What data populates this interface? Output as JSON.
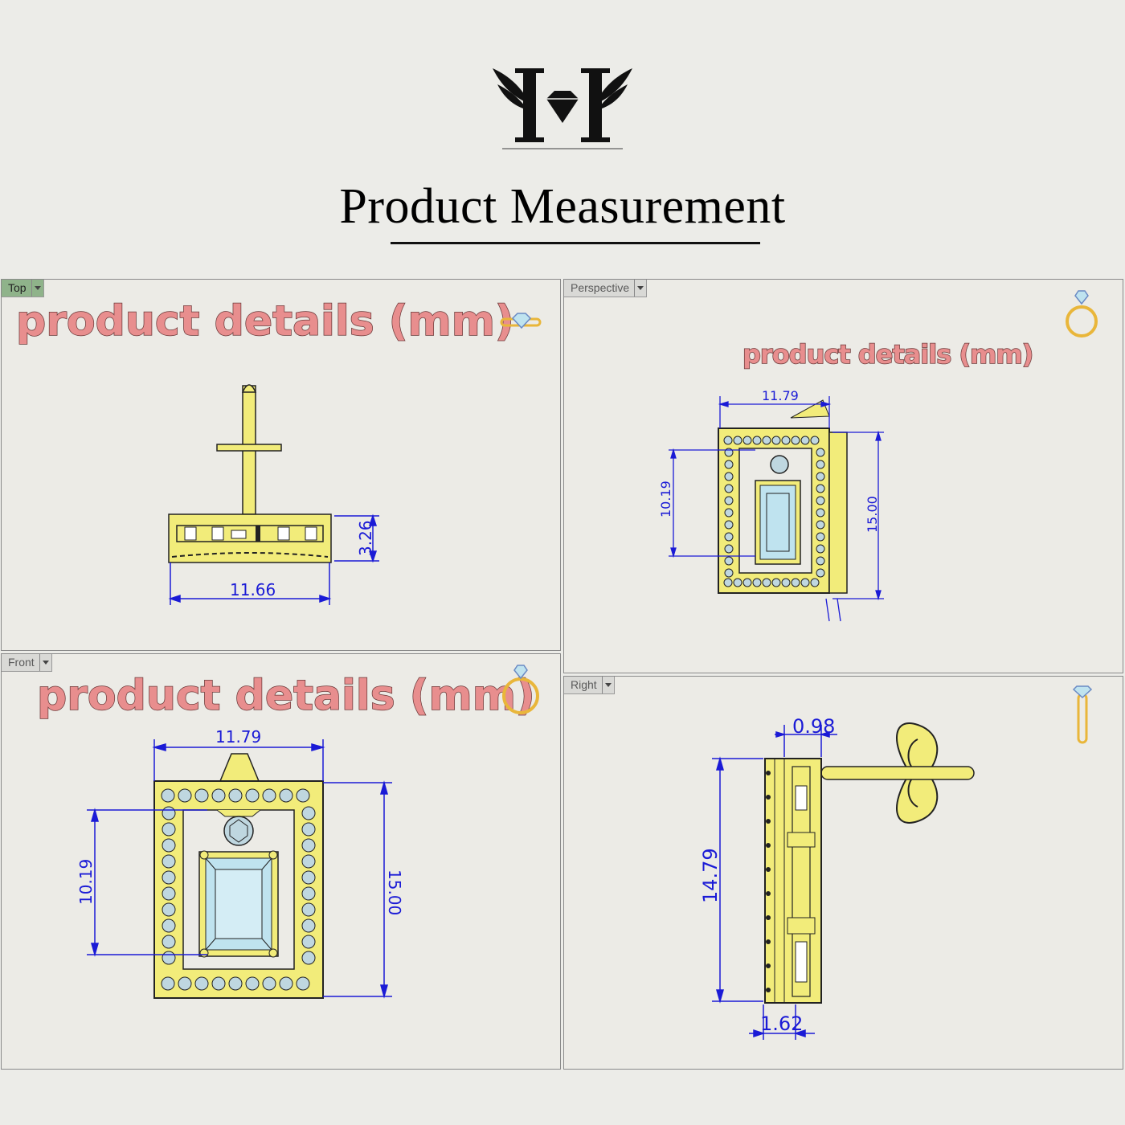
{
  "header": {
    "title": "Product Measurement"
  },
  "viewports": {
    "top": {
      "tab": "Top",
      "label": "product details (mm)",
      "dims": {
        "width": "11.66",
        "height": "3.26"
      }
    },
    "perspective": {
      "tab": "Perspective",
      "label": "product details (mm)",
      "dims": {
        "width": "11.79",
        "inner_height": "10.19",
        "height": "15.00"
      }
    },
    "front": {
      "tab": "Front",
      "label": "product details (mm)",
      "dims": {
        "width": "11.79",
        "inner_height": "10.19",
        "height": "15.00"
      }
    },
    "right": {
      "tab": "Right",
      "label": "",
      "dims": {
        "top_depth": "0.98",
        "height": "14.79",
        "bottom_depth": "1.62"
      }
    }
  },
  "colors": {
    "gold": "#f2ec7a",
    "gold_dark": "#6b6420",
    "dimension": "#1b1bd6",
    "label": "#e88e8e",
    "icon": "#e9b63a",
    "gem": "#bfe3ef"
  }
}
